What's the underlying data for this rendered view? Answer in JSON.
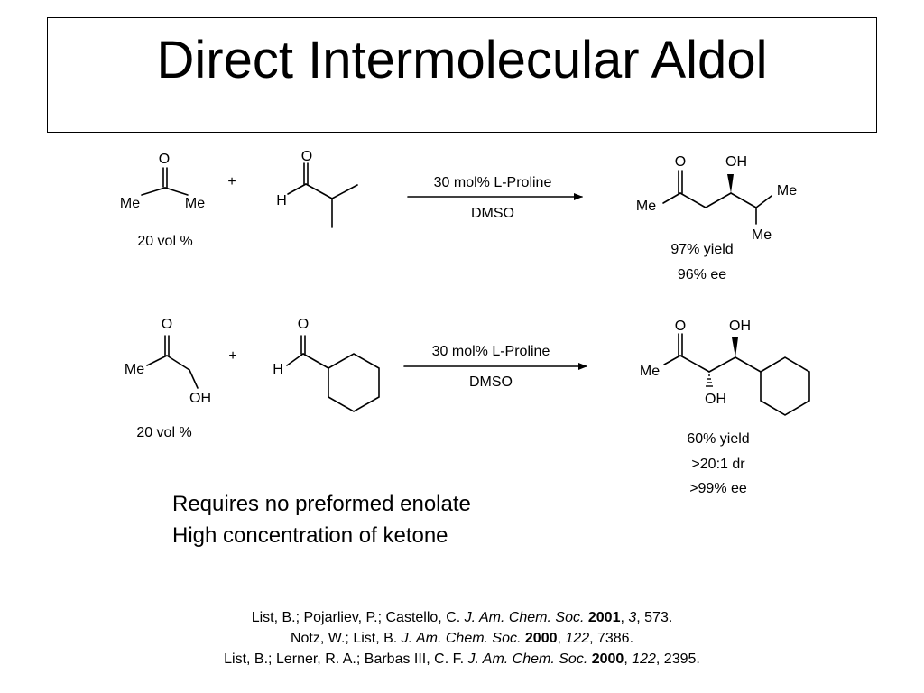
{
  "title": "Direct Intermolecular Aldol",
  "reactions": [
    {
      "ketone": {
        "o": "O",
        "left": "Me",
        "right": "Me",
        "amount": "20 vol %"
      },
      "plus": "+",
      "aldehyde": {
        "o": "O",
        "h": "H"
      },
      "conditions": {
        "catalyst": "30 mol% L-Proline",
        "solvent": "DMSO"
      },
      "product": {
        "o": "O",
        "oh": "OH",
        "me_left": "Me",
        "me_right": "Me",
        "me_bottom": "Me"
      },
      "results": [
        "97% yield",
        "96% ee"
      ]
    },
    {
      "ketone": {
        "o": "O",
        "me": "Me",
        "oh": "OH",
        "amount": "20 vol %"
      },
      "plus": "+",
      "aldehyde": {
        "o": "O",
        "h": "H"
      },
      "conditions": {
        "catalyst": "30 mol% L-Proline",
        "solvent": "DMSO"
      },
      "product": {
        "o": "O",
        "oh_top": "OH",
        "me": "Me",
        "oh_bottom": "OH"
      },
      "results": [
        "60% yield",
        ">20:1 dr",
        ">99% ee"
      ]
    }
  ],
  "notes": [
    "Requires no preformed enolate",
    "High concentration of ketone"
  ],
  "references": [
    {
      "authors": "List, B.; Pojarliev, P.; Castello, C.",
      "journal": "J. Am. Chem. Soc.",
      "year": "2001",
      "volume": "3",
      "pages": ", 573."
    },
    {
      "authors": "Notz, W.; List, B.",
      "journal": "J. Am. Chem. Soc.",
      "year": "2000",
      "volume": "122",
      "pages": ", 7386."
    },
    {
      "authors": "List, B.; Lerner, R. A.; Barbas III, C. F.",
      "journal": "J. Am. Chem. Soc.",
      "year": "2000",
      "volume": "122",
      "pages": ", 2395."
    }
  ]
}
